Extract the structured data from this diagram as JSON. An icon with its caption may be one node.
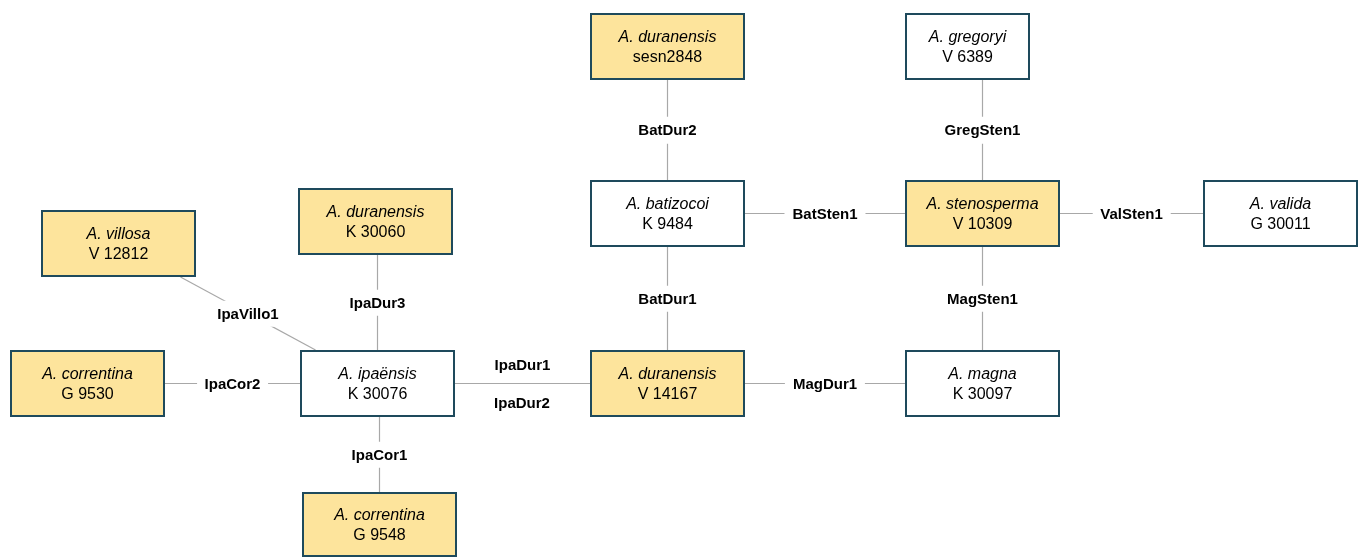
{
  "diagram": {
    "nodes": [
      {
        "text": [
          "A. duranensis",
          "sesn2848"
        ]
      },
      {
        "text": [
          "A. gregoryi",
          "V 6389"
        ]
      },
      {
        "text": [
          "A. duranensis",
          "K 30060"
        ]
      },
      {
        "text": [
          "A. batizocoi",
          "K 9484"
        ]
      },
      {
        "text": [
          "A. stenosperma",
          "V 10309"
        ]
      },
      {
        "text": [
          "A. valida",
          "G 30011"
        ]
      },
      {
        "text": [
          "A. villosa",
          "V 12812"
        ]
      },
      {
        "text": [
          "A. correntina",
          "G 9530"
        ]
      },
      {
        "text": [
          "A. ipaënsis",
          "K 30076"
        ]
      },
      {
        "text": [
          "A. duranensis",
          "V 14167"
        ]
      },
      {
        "text": [
          "A. magna",
          "K 30097"
        ]
      },
      {
        "text": [
          "A. correntina",
          "G 9548"
        ]
      }
    ],
    "edges": [
      {
        "from": 0,
        "to": 3,
        "arrow": "none",
        "label": "BatDur2"
      },
      {
        "from": 1,
        "to": 4,
        "arrow": "none",
        "label": "GregSten1"
      },
      {
        "from": 3,
        "to": 4,
        "arrow": "none",
        "label": "BatSten1"
      },
      {
        "from": 4,
        "to": 5,
        "arrow": "none",
        "label": "ValSten1"
      },
      {
        "from": 6,
        "to": 8,
        "arrow": "none",
        "label": "IpaVillo1"
      },
      {
        "from": 2,
        "to": 8,
        "arrow": "none",
        "label": "IpaDur3"
      },
      {
        "from": 3,
        "to": 9,
        "arrow": "none",
        "label": "BatDur1"
      },
      {
        "from": 4,
        "to": 10,
        "arrow": "none",
        "label": "MagSten1"
      },
      {
        "from": 7,
        "to": 8,
        "arrow": "none",
        "label": "IpaCor2"
      },
      {
        "from": 8,
        "to": 9,
        "arrow": "none",
        "label": "IpaDur1"
      },
      {
        "from": 9,
        "to": 10,
        "arrow": "none",
        "label": "MagDur1"
      },
      {
        "from": 8,
        "to": 11,
        "arrow": "none",
        "label": "IpaCor1"
      }
    ],
    "labels": [
      "IpaDur2"
    ]
  }
}
